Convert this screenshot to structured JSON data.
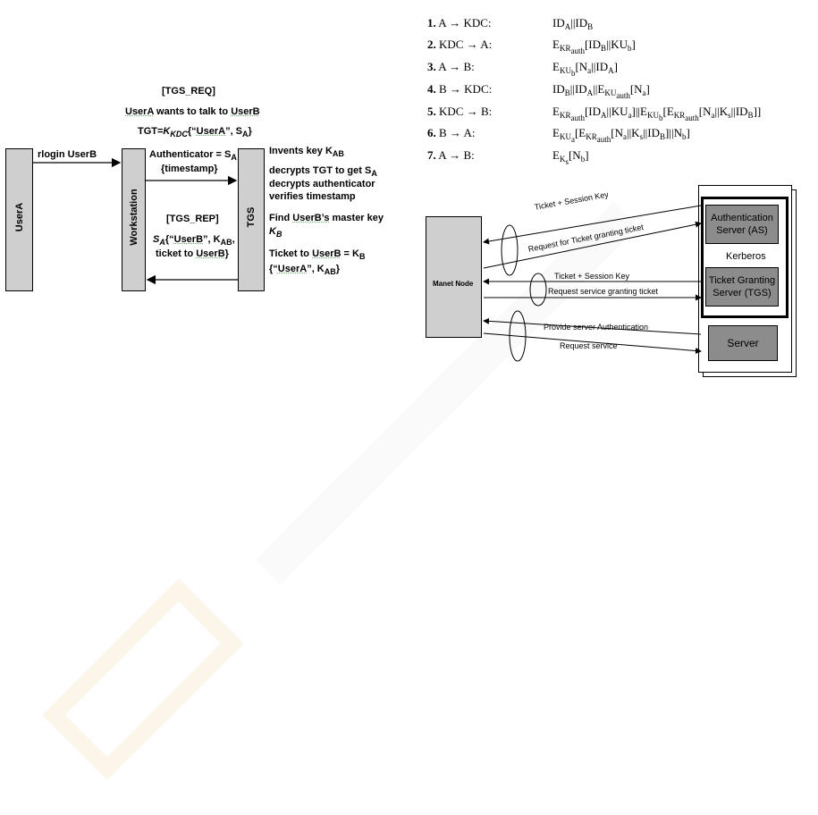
{
  "seq": {
    "tgs_req": "[TGS_REQ]",
    "usera_talk_1": "UserA",
    "usera_talk_2": " wants to talk to ",
    "usera_talk_3": "UserB",
    "tgt_1": "TGT=",
    "tgt_k": "K",
    "tgt_kdc": "KDC",
    "tgt_2": "{“",
    "tgt_usera": "UserA",
    "tgt_3": "”, S",
    "tgt_a": "A",
    "tgt_4": "}",
    "rlogin": "rlogin UserB",
    "usera_bar": "UserA",
    "workstation_bar": "Workstation",
    "tgs_bar": "TGS",
    "auth_1": "Authenticator = S",
    "auth_a": "A",
    "auth_2": "{timestamp}",
    "invents_1": "Invents key K",
    "invents_ab": "AB",
    "decrypts_1": "decrypts ",
    "decrypts_tgt": "TGT",
    "decrypts_2": " to get S",
    "decrypts_a": "A",
    "decrypts_3": "decrypts authenticator",
    "verifies": "verifies timestamp",
    "tgs_rep": "[TGS_REP]",
    "rep_s": "S",
    "rep_a": "A",
    "rep_1": "{“",
    "rep_userb": "UserB",
    "rep_2": "”, K",
    "rep_ab": "AB",
    "rep_3": ",",
    "rep_4": "ticket to ",
    "rep_userb2": "UserB",
    "rep_5": "}",
    "find_1": "Find ",
    "find_userb": "UserB’s",
    "find_2": " master key",
    "find_k": "K",
    "find_b": "B",
    "ticket_1": "Ticket to ",
    "ticket_userb": "UserB",
    "ticket_2": " = K",
    "ticket_b": "B",
    "ticket_3": "{“",
    "ticket_usera": "UserA",
    "ticket_4": "”, K",
    "ticket_ab": "AB",
    "ticket_5": "}"
  },
  "protocol": [
    {
      "num": "1.",
      "step": "A → KDC:"
    },
    {
      "num": "2.",
      "step": "KDC → A:"
    },
    {
      "num": "3.",
      "step": "A → B:"
    },
    {
      "num": "4.",
      "step": "B → KDC:"
    },
    {
      "num": "5.",
      "step": "KDC → B:"
    },
    {
      "num": "6.",
      "step": "B → A:"
    },
    {
      "num": "7.",
      "step": "A → B:"
    }
  ],
  "kerberos": {
    "manet_node": "Manet Node",
    "auth_server_1": "Authentication",
    "auth_server_2": "Server (AS)",
    "kerberos_label": "Kerberos",
    "tgs_server_1": "Ticket Granting",
    "tgs_server_2": "Server (TGS)",
    "server": "Server",
    "msg_ticket_session_1": "Ticket + Session Key",
    "msg_request_tgt": "Request for Ticket granting ticket",
    "msg_ticket_session_2": "Ticket + Session Key",
    "msg_request_service_ticket": "Request service granting ticket",
    "msg_provide_auth": "Provide server Authentication",
    "msg_request_service": "Request service"
  },
  "colors": {
    "bar_fill": "#cfcfcf",
    "server_fill": "#8c8c8c",
    "watermark": "#e0b030"
  }
}
